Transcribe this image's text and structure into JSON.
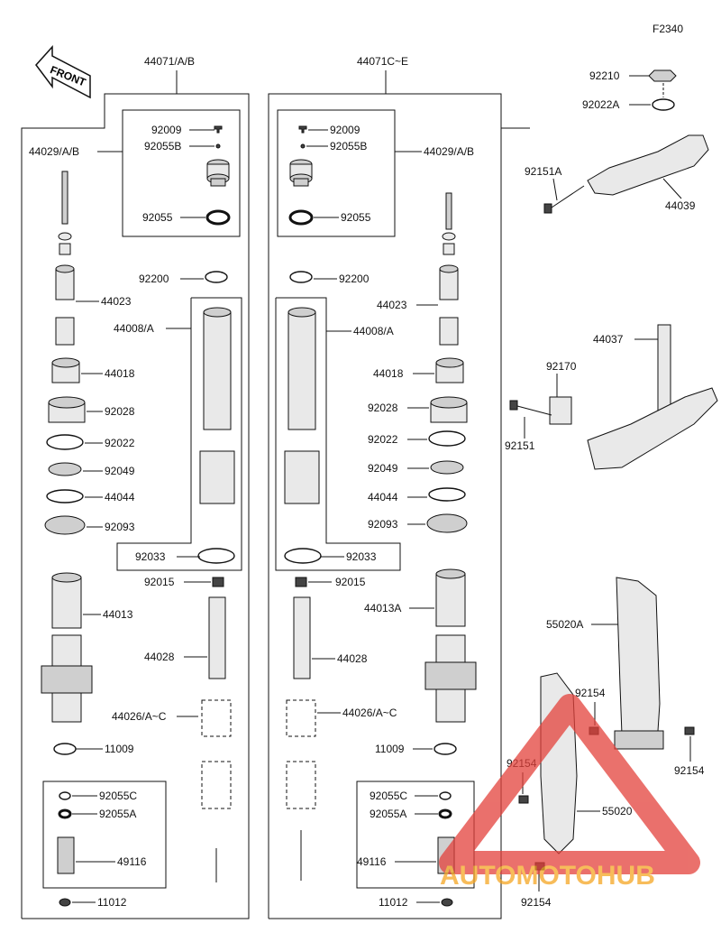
{
  "figure_code": "F2340",
  "front_label": "FRONT",
  "assembly_left": "44071/A/B",
  "assembly_right": "44071C~E",
  "left": {
    "p44029": "44029/A/B",
    "p92009": "92009",
    "p92055B": "92055B",
    "p92055": "92055",
    "p92200": "92200",
    "p44023": "44023",
    "p44008": "44008/A",
    "p44018": "44018",
    "p92028": "92028",
    "p92022": "92022",
    "p92049": "92049",
    "p44044": "44044",
    "p92093": "92093",
    "p92033": "92033",
    "p92015": "92015",
    "p44013": "44013",
    "p44028": "44028",
    "p44026": "44026/A~C",
    "p11009": "11009",
    "p92055C": "92055C",
    "p92055A": "92055A",
    "p49116": "49116",
    "p11012": "11012"
  },
  "right": {
    "p44029": "44029/A/B",
    "p92009": "92009",
    "p92055B": "92055B",
    "p92055": "92055",
    "p92200": "92200",
    "p44023": "44023",
    "p44008": "44008/A",
    "p44018": "44018",
    "p92028": "92028",
    "p92022": "92022",
    "p92049": "92049",
    "p44044": "44044",
    "p92093": "92093",
    "p92033": "92033",
    "p92015": "92015",
    "p44013A": "44013A",
    "p44028": "44028",
    "p44026": "44026/A~C",
    "p11009": "11009",
    "p92055C": "92055C",
    "p92055A": "92055A",
    "p49116": "49116",
    "p11012": "11012"
  },
  "clamp": {
    "p92210": "92210",
    "p92022A": "92022A",
    "p92151A": "92151A",
    "p44039": "44039",
    "p44037": "44037",
    "p92170": "92170",
    "p92151": "92151"
  },
  "guard": {
    "p55020A": "55020A",
    "p92154a": "92154",
    "p92154b": "92154",
    "p92154c": "92154",
    "p92154d": "92154",
    "p55020": "55020"
  },
  "watermark_text": "AUTOMOTOHUB",
  "colors": {
    "watermark_red": "#e3413b",
    "watermark_orange": "#f5a623",
    "watermark_dark": "#222222"
  }
}
